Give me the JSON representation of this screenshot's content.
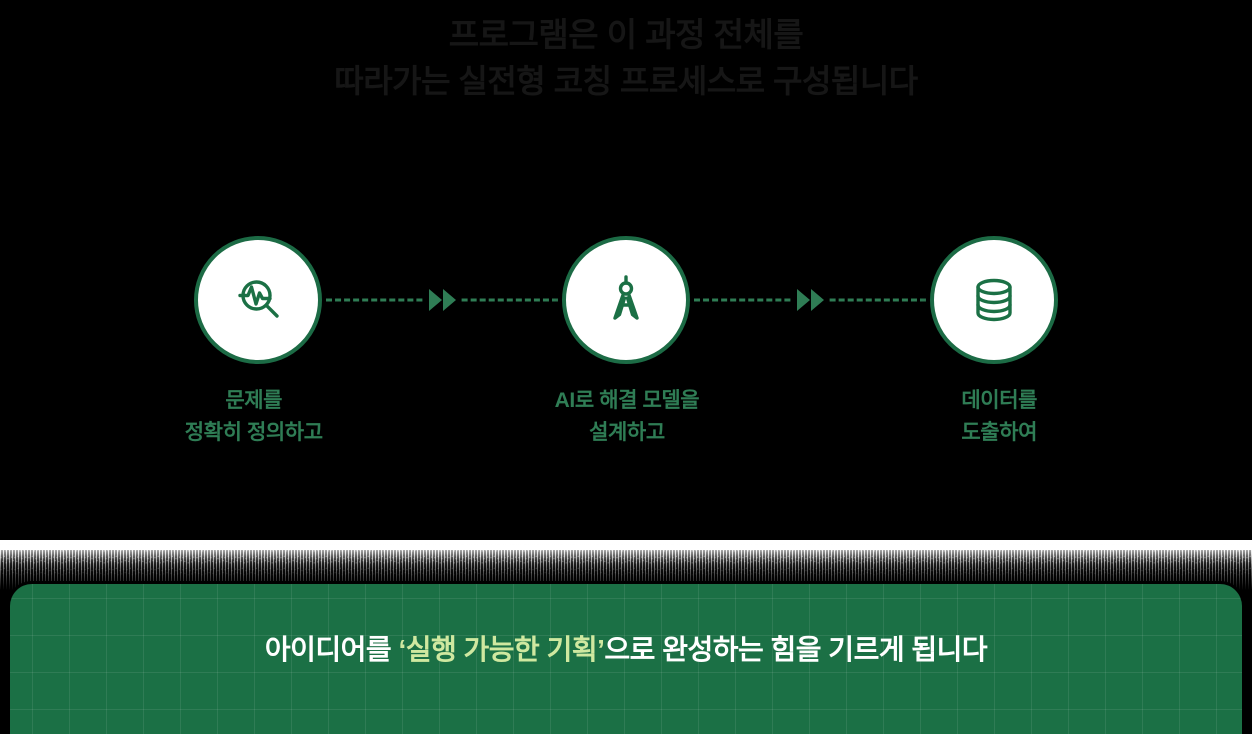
{
  "theme": {
    "background": "#000000",
    "accent_green": "#1b7045",
    "node_stroke_green": "#1c6b45",
    "label_green": "#2f7d55",
    "banner_green": "#1b7045",
    "banner_highlight": "#cfe8a0",
    "title_color": "#161616",
    "banner_text_color": "#ffffff"
  },
  "title": {
    "line_1": "프로그램은 이 과정 전체를",
    "line_2": "따라가는 실전형 코칭 프로세스로 구성됩니다"
  },
  "process": {
    "steps": [
      {
        "icon": "analysis-search-icon",
        "label_line_1": "문제를",
        "label_line_2": "정확히 정의하고"
      },
      {
        "icon": "drafting-compass-icon",
        "label_line_1": "AI로 해결 모델을",
        "label_line_2": "설계하고"
      },
      {
        "icon": "database-icon",
        "label_line_1": "데이터를",
        "label_line_2": "도출하여"
      }
    ],
    "connector_icon": "double-chevron-right-icon",
    "connector_count": 2
  },
  "banner": {
    "text_before": "아이디어를 ",
    "text_highlight": "‘실행 가능한 기획’",
    "text_after": "으로 완성하는 힘을 기르게 됩니다"
  }
}
